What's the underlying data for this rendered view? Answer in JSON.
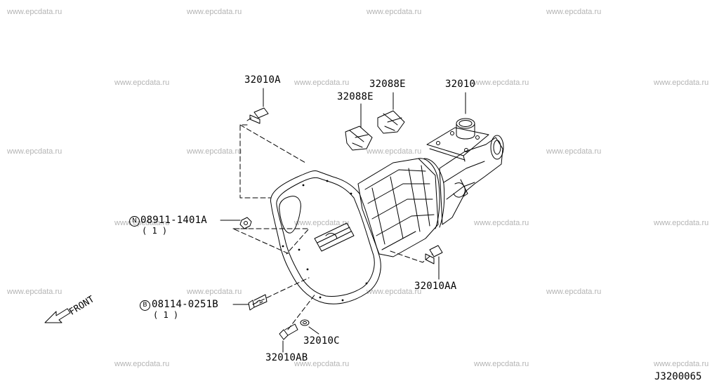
{
  "watermark_text": "www.epcdata.ru",
  "labels": {
    "top_bolt": "32010A",
    "seal_upper": "32088E",
    "seal_lower": "32088E",
    "extension": "32010",
    "nut": "08911-1401A",
    "nut_qty": "( 1 )",
    "nut_badge": "N",
    "bolt_lower": "08114-0251B",
    "bolt_lower_qty": "( 1 )",
    "bolt_lower_badge": "B",
    "right_bolt": "32010AA",
    "washer": "32010C",
    "bottom_bolt": "32010AB"
  },
  "front_label": "FRONT",
  "diagram_code": "J3200065"
}
